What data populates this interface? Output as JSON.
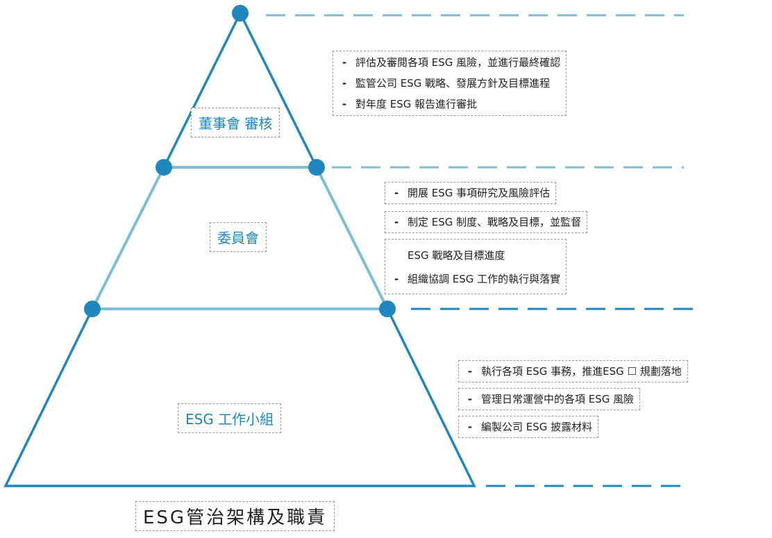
{
  "colors": {
    "dark_blue": "#1f86be",
    "light_blue": "#7cbdd9",
    "text": "#222222",
    "box_border": "#9a9a9a"
  },
  "tiers": [
    {
      "label": "董事會 審核"
    },
    {
      "label": "委員會"
    },
    {
      "label": "ESG 工作小組"
    }
  ],
  "responsibilities": {
    "board": [
      "評估及審閱各項 ESG 風險，並進行最終確認",
      "監管公司 ESG 戰略、發展方針及目標進程",
      "對年度 ESG 報告進行審批"
    ],
    "committee_1": "開展 ESG 事項研究及風險評估",
    "committee_2": "制定 ESG 制度、戰略及目標，並監督",
    "committee_3a": "ESG 戰略及目標進度",
    "committee_3b": "組織協調 ESG 工作的執行與落實",
    "working_1": "執行各項 ESG 事務，推進ESG ☐ 規劃落地",
    "working_2": "管理日常運營中的各項 ESG 風險",
    "working_3": "編製公司 ESG 披露材料"
  },
  "footer_title": "ESG管治架構及職責"
}
